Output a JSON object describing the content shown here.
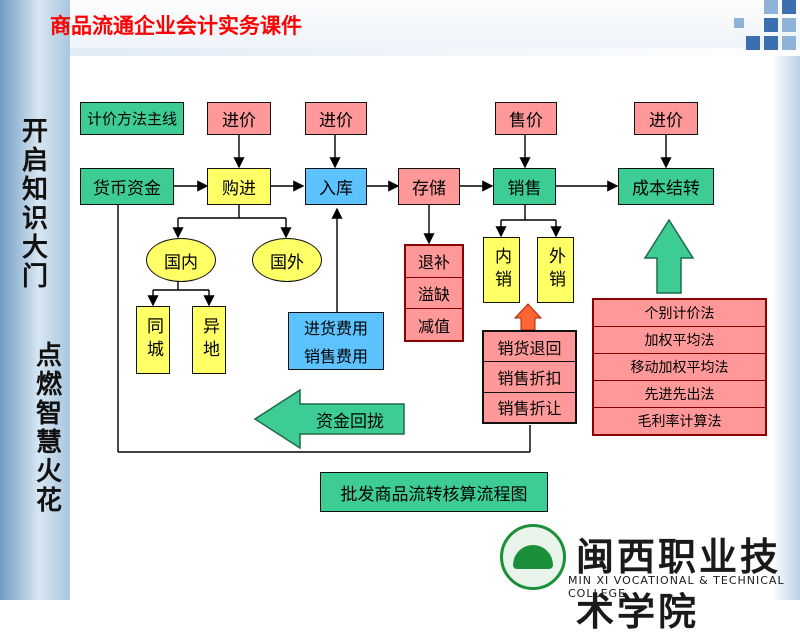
{
  "header": {
    "title": "商品流通企业会计实务课件"
  },
  "sidebar": {
    "text1": "开启知识大门",
    "text2": "点燃智慧火花"
  },
  "diagram": {
    "main_line": "计价方法主线",
    "price_labels": [
      "进价",
      "进价",
      "售价",
      "进价"
    ],
    "flow": [
      "货币资金",
      "购进",
      "入库",
      "存储",
      "销售",
      "成本结转"
    ],
    "purchase_branches": [
      "国内",
      "国外"
    ],
    "domestic_sub": [
      "同城",
      "异地"
    ],
    "expenses": [
      "进货费用",
      "销售费用"
    ],
    "storage_items": [
      "退补",
      "溢缺",
      "减值"
    ],
    "sales_branches": [
      "内销",
      "外销"
    ],
    "sales_adjust": [
      "销货退回",
      "销售折扣",
      "销售折让"
    ],
    "cost_methods": [
      "个别计价法",
      "加权平均法",
      "移动加权平均法",
      "先进先出法",
      "毛利率计算法"
    ],
    "return_label": "资金回拢",
    "caption": "批发商品流转核算流程图"
  },
  "college": {
    "name_cn": "闽西职业技术学院",
    "name_en": "MIN XI VOCATIONAL & TECHNICAL COLLEGE"
  },
  "colors": {
    "green": "#3dcc93",
    "pink": "#ff9999",
    "yellow": "#ffff66",
    "blue": "#5cc3ff",
    "title_red": "#ff0000"
  }
}
